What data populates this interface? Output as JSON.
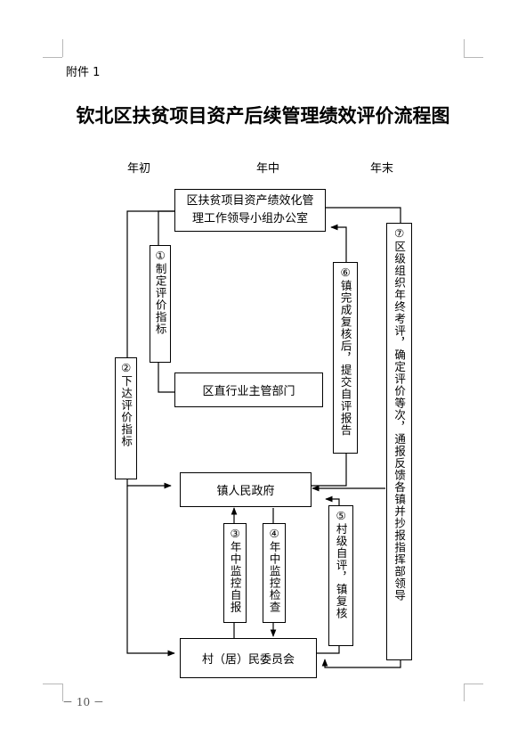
{
  "attachment_label": "附件 1",
  "title": "钦北区扶贫项目资产后续管理绩效评价流程图",
  "phases": {
    "start": "年初",
    "mid": "年中",
    "end": "年末"
  },
  "nodes": {
    "office": "区扶贫项目资产绩效化管理工作领导小组办公室",
    "dept": "区直行业主管部门",
    "town": "镇人民政府",
    "village": "村（居）民委员会"
  },
  "steps": {
    "s1": "①制定评价指标",
    "s2": "②下达评价指标",
    "s3": "③年中监控自报",
    "s4": "④年中监控检查",
    "s5": "⑤村级自评，镇复核",
    "s6": "⑥镇完成复核后，提交自评报告",
    "s7": "⑦区级组织年终考评，确定评价等次，通报反馈各镇并抄报指挥部领导"
  },
  "page_number": "－ 10 －",
  "colors": {
    "line": "#000000",
    "background": "#ffffff",
    "crop_mark": "#b8b8b8"
  }
}
